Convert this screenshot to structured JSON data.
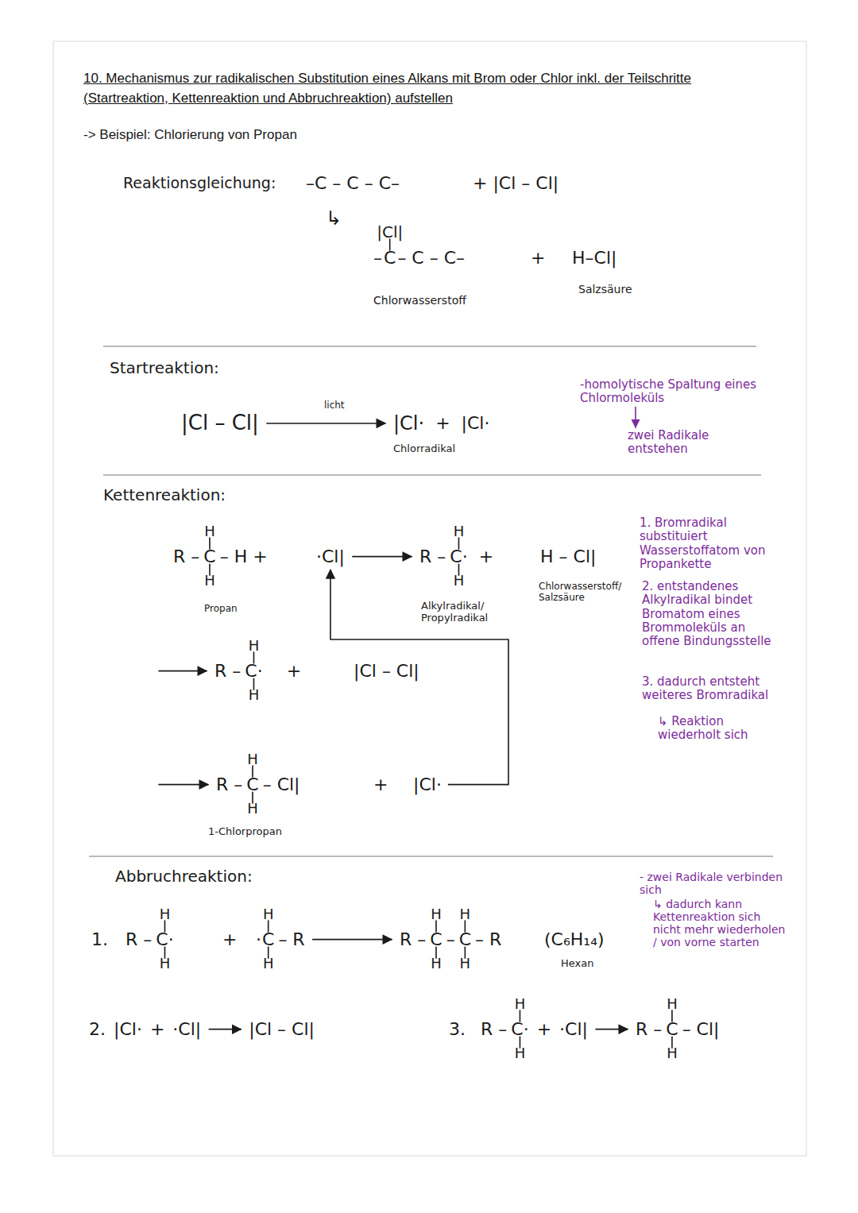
{
  "diagram": {
    "title": "10. Mechanismus zur radikalischen Substitution eines Alkans mit Brom oder Chlor inkl. der Teilschritte (Startreaktion, Kettenreaktion und Abbruchreaktion) aufstellen",
    "labels": [
      "-> Beispiel: Chlorierung von Propan",
      "Reaktionsgleichung:",
      "–C – C – C–",
      "+ |Cl – Cl|",
      "↳",
      "|Cl|",
      "–",
      "C",
      "– C – C–",
      "+",
      "H–Cl|",
      "Chlorwasserstoff",
      "Salzsäure",
      "Startreaktion:",
      "|Cl – Cl|",
      "licht",
      "|Cl·",
      "+",
      "|Cl·",
      "Chlorradikal",
      "-homolytische Spaltung eines Chlormoleküls",
      "zwei Radikale entstehen",
      "Kettenreaktion:",
      "H",
      "R –",
      "C",
      "– H +",
      "H",
      "Propan",
      "·Cl|",
      "H",
      "R –",
      "C·",
      "+",
      "H",
      "Alkylradikal/ Propylradikal",
      "H – Cl|",
      "Chlorwasserstoff/ Salzsäure",
      "1. Bromradikal substituiert Wasserstoffatom von Propankette",
      "2. entstandenes Alkylradikal bindet Bromatom eines Brommoleküls an offene Bindungsstelle",
      "3. dadurch entsteht weiteres Bromradikal",
      "↳ Reaktion wiederholt sich",
      "H",
      "R –",
      "C·",
      "+",
      "|Cl – Cl|",
      "H",
      "H",
      "R –",
      "C",
      "– Cl|",
      "H",
      "1-Chlorpropan",
      "+",
      "|Cl·",
      "Abbruchreaktion:",
      "- zwei Radikale verbinden sich",
      "↳ dadurch kann Kettenreaktion sich nicht mehr wiederholen / von vorne starten",
      "1.",
      "H",
      "R –",
      "C·",
      "H",
      "+",
      "H",
      "·",
      "C",
      "– R",
      "H",
      "H",
      "H",
      "R –",
      "C",
      "–",
      "C",
      "– R",
      "H",
      "H",
      "(C₆H₁₄)",
      "Hexan",
      "2.",
      "|Cl·",
      "+",
      "·Cl|",
      "|Cl – Cl|",
      "3.",
      "H",
      "R –",
      "C·",
      "+",
      "·Cl|",
      "H",
      "H",
      "R –",
      "C",
      "– Cl|",
      "H"
    ]
  }
}
